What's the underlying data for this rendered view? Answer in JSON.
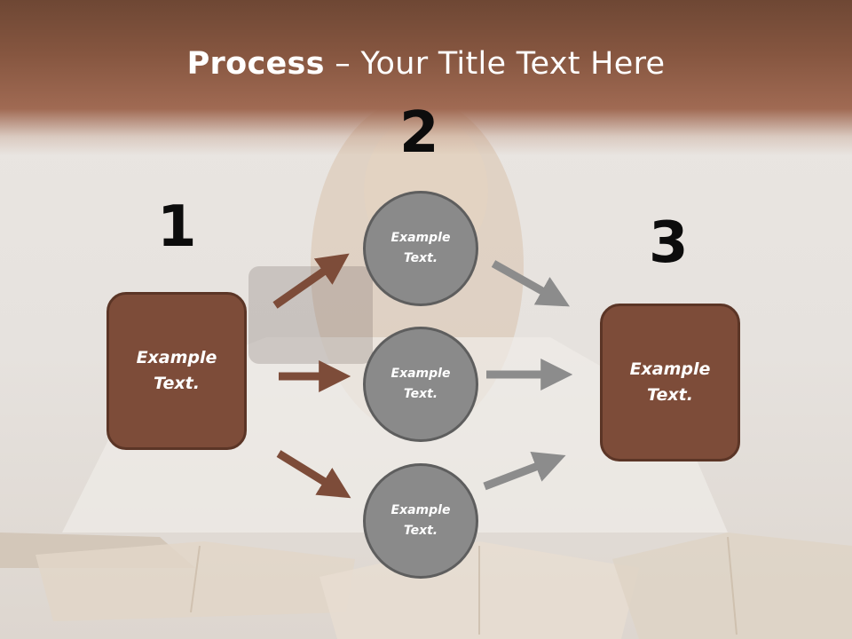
{
  "slide": {
    "title_bold": "Process",
    "title_rest": " – Your Title Text Here"
  },
  "steps": [
    {
      "number": "1",
      "box_text_line1": "Example",
      "box_text_line2": "Text."
    },
    {
      "number": "2"
    },
    {
      "number": "3",
      "box_text_line1": "Example",
      "box_text_line2": "Text."
    }
  ],
  "circles": [
    {
      "line1": "Example",
      "line2": "Text."
    },
    {
      "line1": "Example",
      "line2": "Text."
    },
    {
      "line1": "Example",
      "line2": "Text."
    }
  ],
  "colors": {
    "header": "#8a5a44",
    "box_fill": "#7d4c39",
    "circle_fill": "#8a8a8a",
    "arrow_brown": "#7d4c39",
    "arrow_gray": "#8c8c8c"
  }
}
